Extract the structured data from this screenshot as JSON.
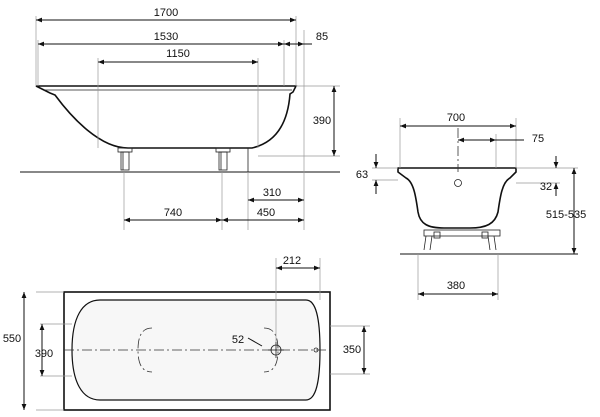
{
  "dimensions": {
    "length_overall": "1700",
    "length_inner_rim": "1530",
    "length_bottom": "1150",
    "rim_end": "85",
    "height_side": "390",
    "leg_spacing": "740",
    "drain_to_end": "310",
    "leg_to_end": "450",
    "width_top": "700",
    "drain_offset": "75",
    "rim_height": "63",
    "overflow_height": "32",
    "install_height": "515-535",
    "foot_width": "380",
    "overflow_offset": "212",
    "width_overall": "550",
    "width_inner": "390",
    "drain_diameter": "52",
    "width_bottom": "350"
  }
}
